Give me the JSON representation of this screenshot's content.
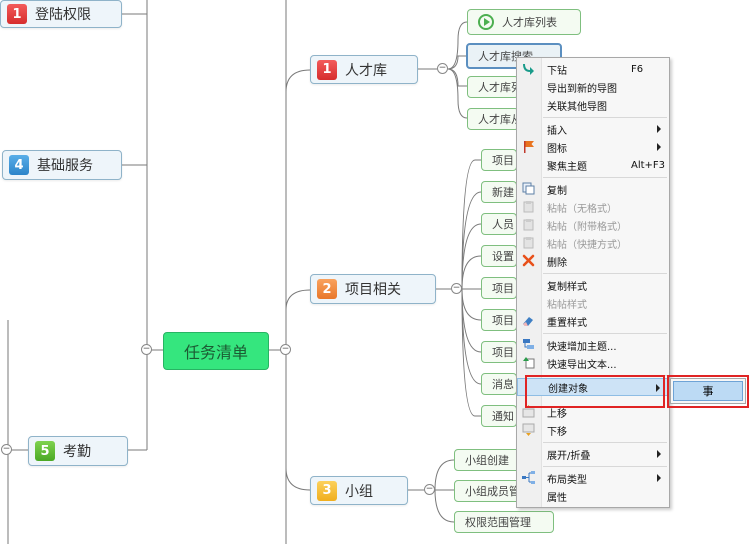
{
  "root": "任务清单",
  "left_branches": [
    {
      "num": "1",
      "label": "登陆权限"
    },
    {
      "num": "4",
      "label": "基础服务"
    },
    {
      "num": "5",
      "label": "考勤"
    }
  ],
  "right_branches": [
    {
      "num": "1",
      "label": "人才库"
    },
    {
      "num": "2",
      "label": "项目相关"
    },
    {
      "num": "3",
      "label": "小组"
    }
  ],
  "talent_children": [
    "人才库列表",
    "人才库搜索",
    "人才库列",
    "人才库从"
  ],
  "project_children": [
    "项目",
    "新建",
    "人员",
    "设置",
    "项目",
    "项目",
    "项目",
    "消息",
    "通知"
  ],
  "group_children": [
    "小组创建",
    "小组成员管",
    "权限范围管理"
  ],
  "collapse_symbol": "−",
  "menu": {
    "items": [
      {
        "label": "下钻",
        "shortcut": "F6",
        "icon": "drill-down-icon"
      },
      {
        "label": "导出到新的导图",
        "shortcut": ""
      },
      {
        "label": "关联其他导图",
        "shortcut": ""
      },
      {
        "label": "插入",
        "shortcut": ""
      },
      {
        "label": "图标",
        "shortcut": "",
        "icon": "flag-icon"
      },
      {
        "label": "聚焦主题",
        "shortcut": "Alt+F3"
      },
      {
        "label": "复制",
        "shortcut": "",
        "icon": "copy-icon"
      },
      {
        "label": "粘帖（无格式）",
        "shortcut": "",
        "icon": "paste-icon"
      },
      {
        "label": "粘帖（附带格式）",
        "shortcut": "",
        "icon": "paste-icon"
      },
      {
        "label": "粘帖（快捷方式）",
        "shortcut": "",
        "icon": "paste-icon"
      },
      {
        "label": "删除",
        "shortcut": "",
        "icon": "delete-icon"
      },
      {
        "label": "复制样式",
        "shortcut": ""
      },
      {
        "label": "粘帖样式",
        "shortcut": ""
      },
      {
        "label": "重置样式",
        "shortcut": "",
        "icon": "eraser-icon"
      },
      {
        "label": "快速增加主题...",
        "shortcut": "",
        "icon": "add-topic-icon"
      },
      {
        "label": "快速导出文本...",
        "shortcut": "",
        "icon": "export-text-icon"
      },
      {
        "label": "创建对象",
        "shortcut": ""
      },
      {
        "label": "上移",
        "shortcut": "",
        "icon": "move-up-icon"
      },
      {
        "label": "下移",
        "shortcut": "",
        "icon": "move-down-icon"
      },
      {
        "label": "展开/折叠",
        "shortcut": ""
      },
      {
        "label": "布局类型",
        "shortcut": "",
        "icon": "layout-icon"
      },
      {
        "label": "属性",
        "shortcut": ""
      }
    ],
    "submenu_item": "事"
  },
  "colors": {
    "root_fill": "#35e67e",
    "highlight_box": "#e02424",
    "menu_highlight": "#cde3f6"
  }
}
